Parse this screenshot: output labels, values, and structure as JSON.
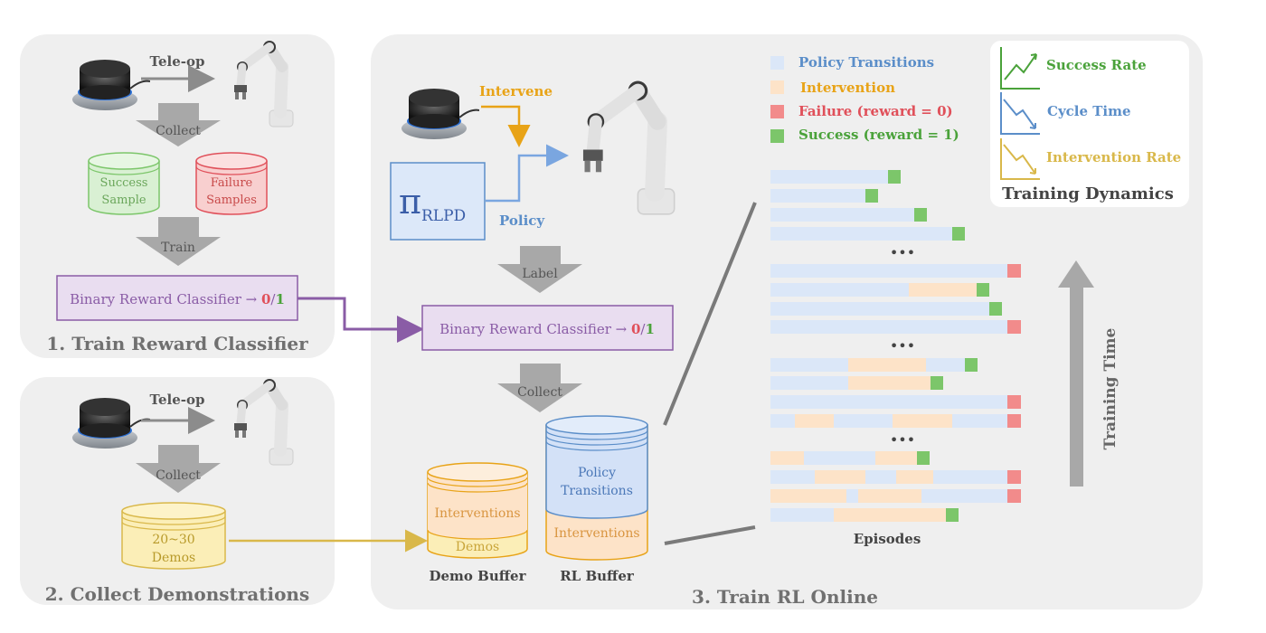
{
  "panel1": {
    "title": "1. Train Reward Classifier",
    "teleop": "Tele-op",
    "collect": "Collect",
    "success_sample": [
      "Success",
      "Sample"
    ],
    "failure_samples": [
      "Failure",
      "Samples"
    ],
    "train": "Train",
    "classifier": "Binary Reward Classifier → ",
    "zero": "0",
    "slash": "/",
    "one": "1"
  },
  "panel2": {
    "title": "2. Collect Demonstrations",
    "teleop": "Tele-op",
    "collect": "Collect",
    "demos": [
      "20~30",
      "Demos"
    ]
  },
  "panel3": {
    "title": "3. Train RL Online",
    "intervene": "Intervene",
    "policy_symbol": "π",
    "policy_subscript": "RLPD",
    "policy": "Policy",
    "label": "Label",
    "classifier": "Binary Reward Classifier → ",
    "zero": "0",
    "slash": "/",
    "one": "1",
    "collect": "Collect",
    "demo_buffer": {
      "title": "Demo Buffer",
      "interventions": "Interventions",
      "demos": "Demos"
    },
    "rl_buffer": {
      "title": "RL Buffer",
      "policy_transitions": [
        "Policy",
        "Transitions"
      ],
      "interventions": "Interventions"
    },
    "legend": [
      {
        "label": "Policy Transitions",
        "color": "#dbe7f8",
        "text_color": "#5b8ec9"
      },
      {
        "label": "Intervention",
        "color": "#fde3c8",
        "text_color": "#e8a317"
      },
      {
        "label": "Failure (reward = 0)",
        "color": "#f28b8b",
        "text_color": "#e0505a"
      },
      {
        "label": "Success (reward = 1)",
        "color": "#7cc66a",
        "text_color": "#4aa23a"
      }
    ],
    "episodes_label": "Episodes",
    "ellipsis": "•••",
    "training_time": "Training Time",
    "dynamics": {
      "title": "Training Dynamics",
      "items": [
        {
          "label": "Success Rate",
          "color": "#4aa23a"
        },
        {
          "label": "Cycle Time",
          "color": "#5b8ec9"
        },
        {
          "label": "Intervention Rate",
          "color": "#d9b84a"
        }
      ]
    }
  },
  "colors": {
    "panel_bg": "#efefef",
    "classifier_fill": "#e9ddf0",
    "classifier_stroke": "#8a5ca6",
    "policy_fill": "#dce8f9",
    "policy_stroke": "#5b8ec9",
    "arrow_gray": "#a8a8a8",
    "intervene": "#e8a317",
    "demo_yellow": "#d9b84a"
  }
}
